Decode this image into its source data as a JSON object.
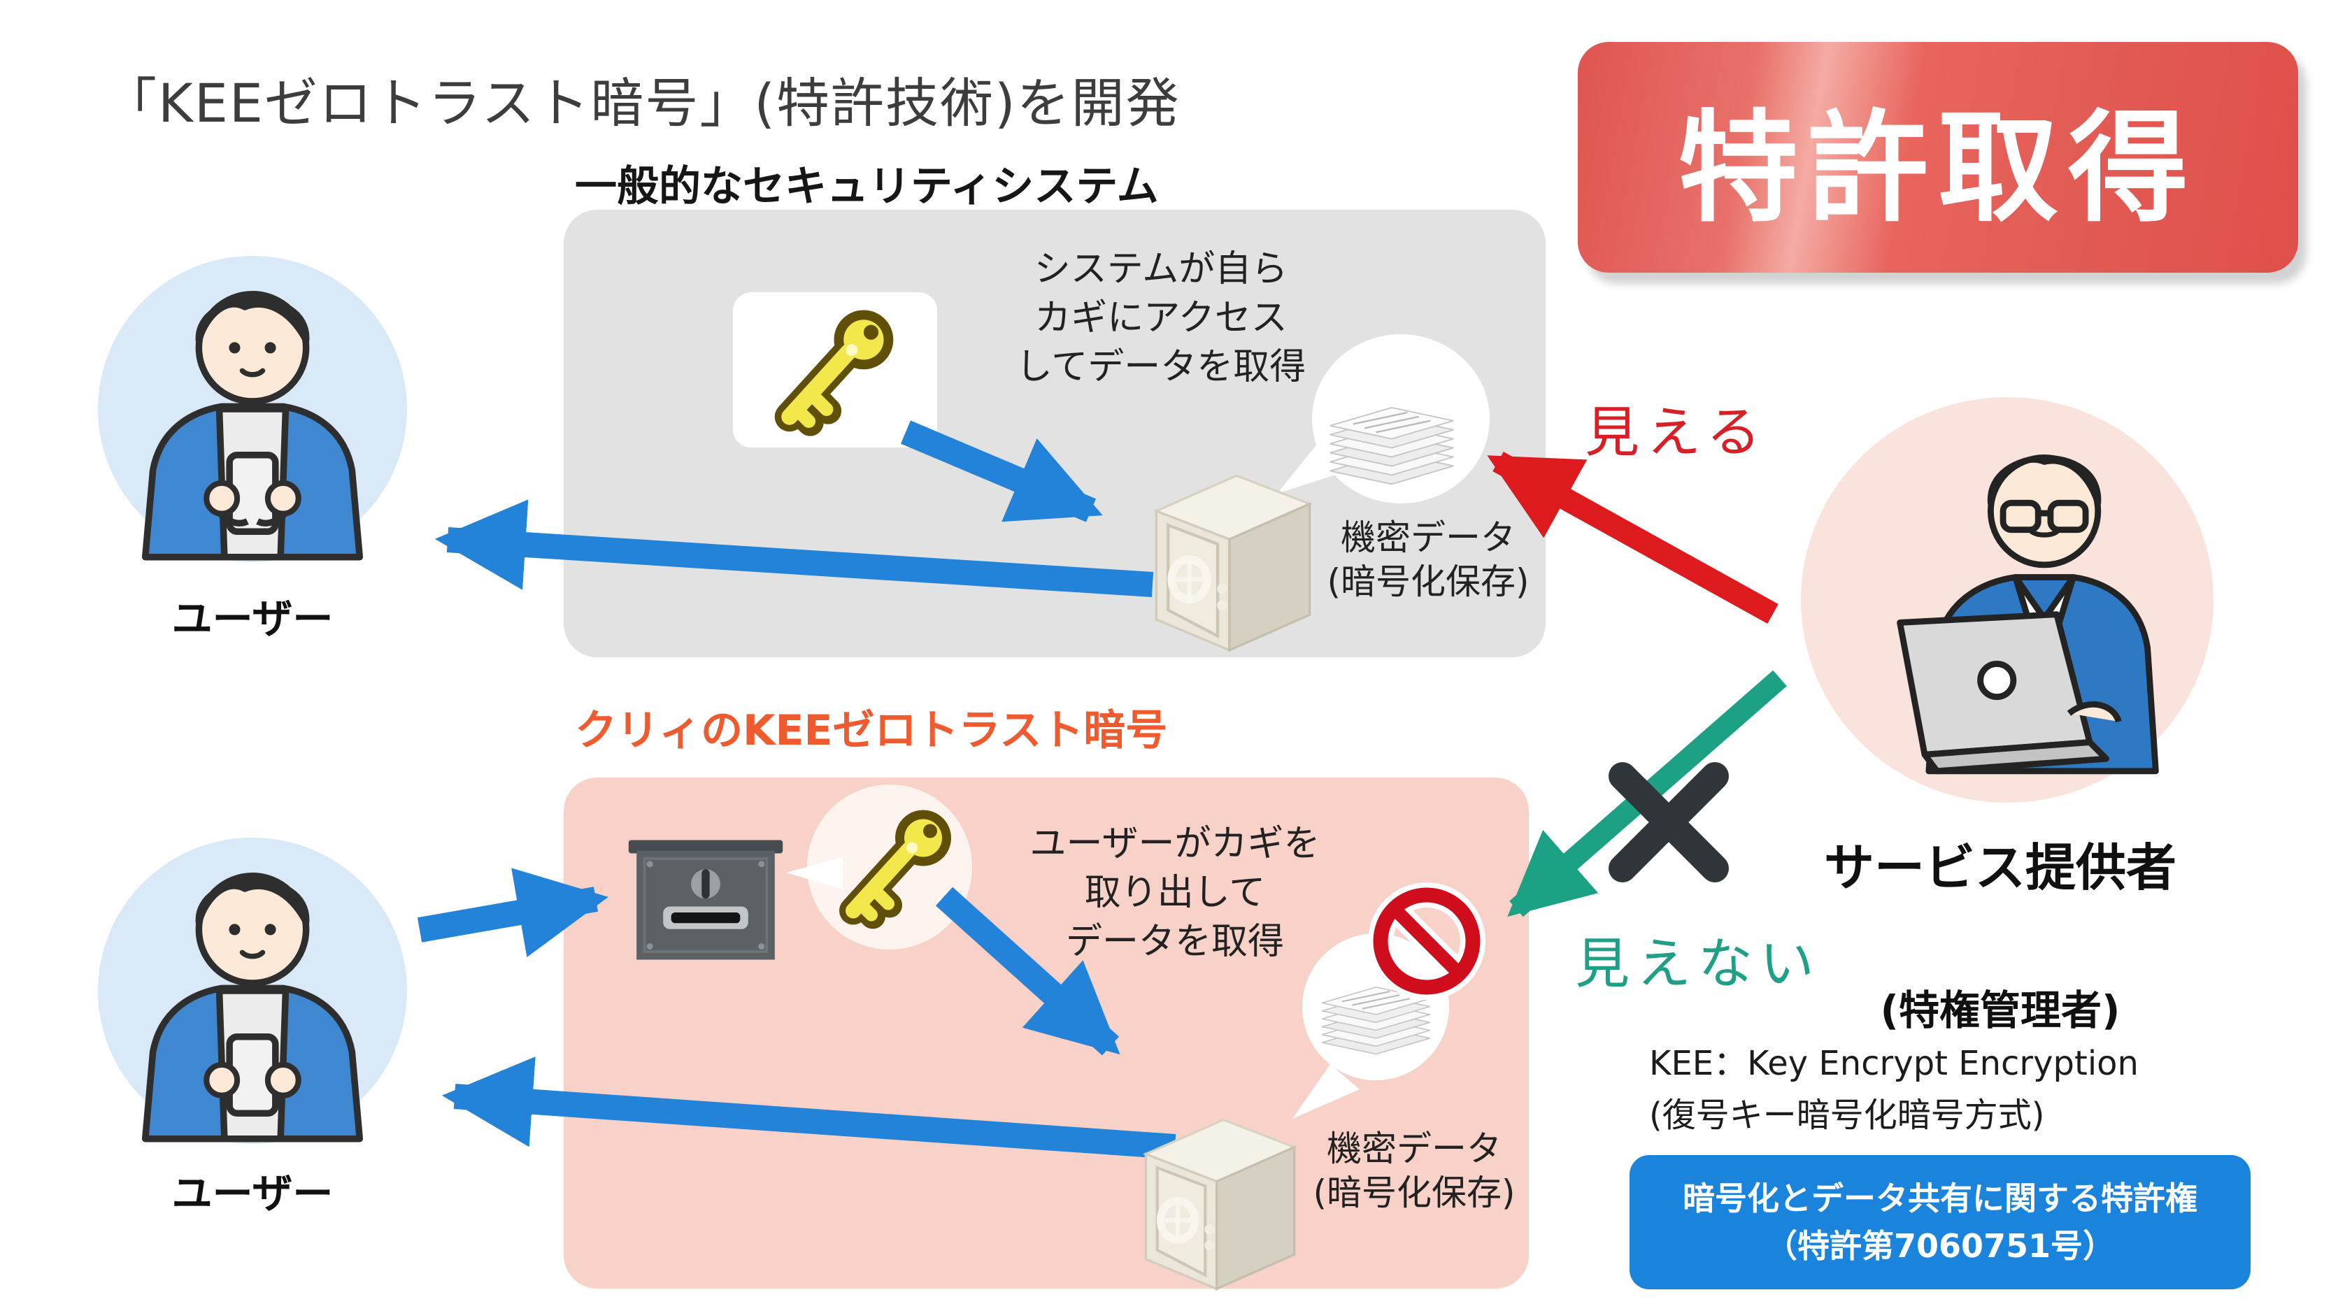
{
  "title": "「KEEゼロトラスト暗号」(特許技術)を開発",
  "patent_badge": "特許取得",
  "generic_system": {
    "header": "一般的なセキュリティシステム",
    "description": [
      "システムが自ら",
      "カギにアクセス",
      "してデータを取得"
    ],
    "data_label": [
      "機密データ",
      "(暗号化保存)"
    ],
    "user_label": "ユーザー"
  },
  "kee_system": {
    "header": "クリィのKEEゼロトラスト暗号",
    "description": [
      "ユーザーがカギを",
      "取り出して",
      "データを取得"
    ],
    "data_label": [
      "機密データ",
      "(暗号化保存)"
    ],
    "user_label": "ユーザー"
  },
  "provider": {
    "can_see_label": "見える",
    "cannot_see_label": "見えない",
    "name": "サービス提供者",
    "role": "(特権管理者)"
  },
  "kee_note": [
    "KEE：Key Encrypt Encryption",
    "(復号キー暗号化暗号方式)"
  ],
  "patent_note": [
    "暗号化とデータ共有に関する特許権",
    "（特許第7060751号）"
  ],
  "colors": {
    "arrow_blue": "#2283d8",
    "arrow_red": "#dd1b1e",
    "arrow_green": "#1da185",
    "x_mark": "#30353a",
    "prohibition_red": "#cf0d1c",
    "badge_red": "#e45953",
    "badge_blue": "#1a83dc",
    "panel_gray": "#e2e2e2",
    "panel_pink": "#f8d2c9",
    "header_orange": "#ef5b2f",
    "user_circle_blue": "#d9e9f7",
    "provider_circle_pink": "#fbe3dd"
  }
}
